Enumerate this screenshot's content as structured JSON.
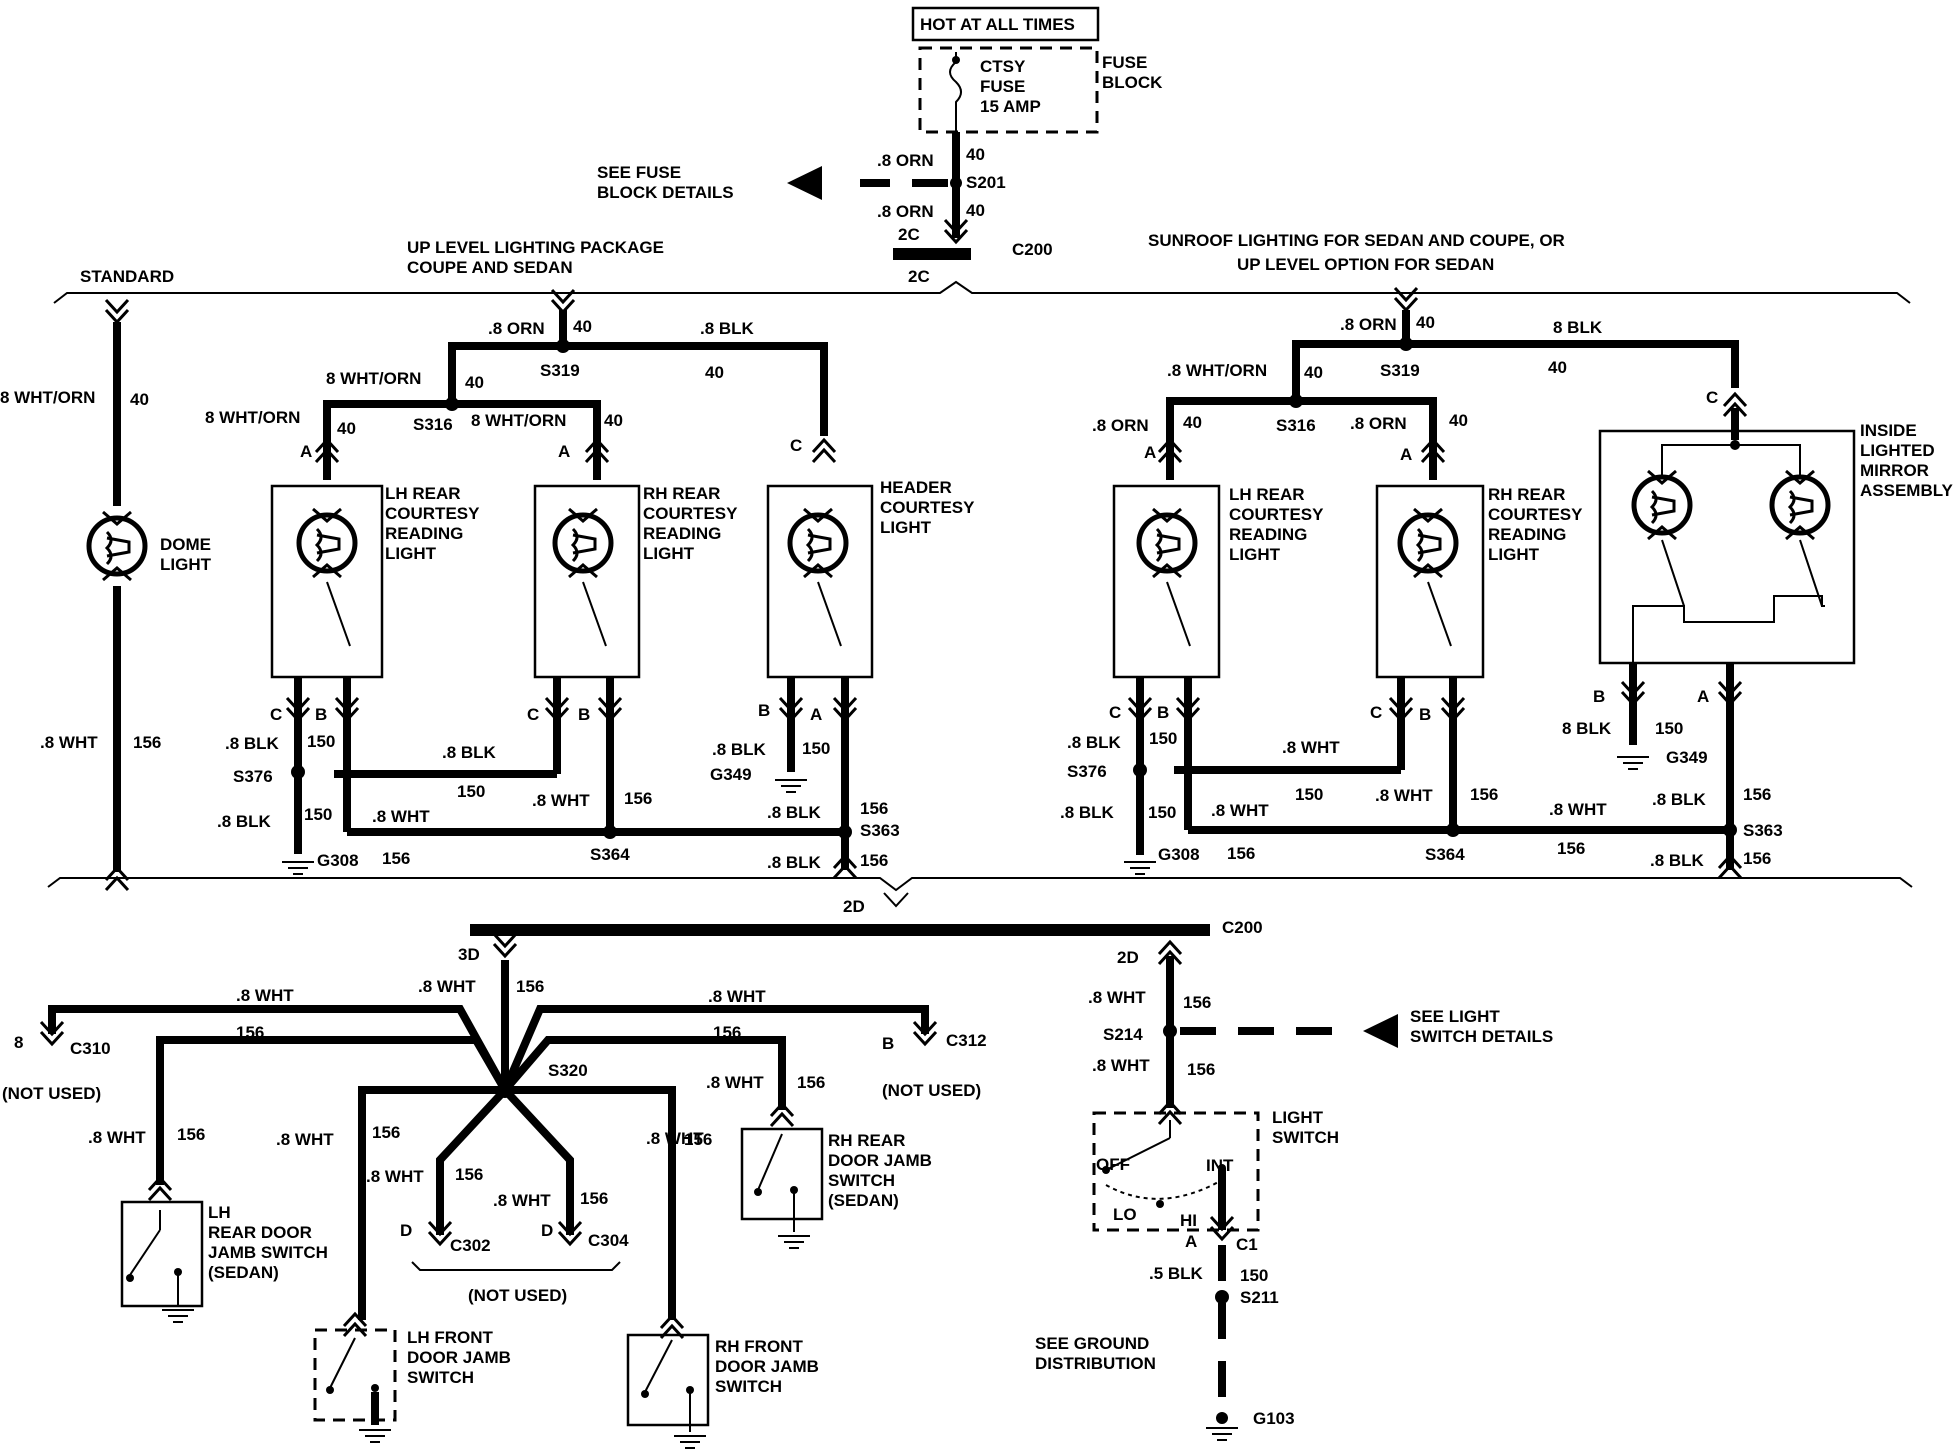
{
  "top": {
    "hot_label": "HOT AT ALL TIMES",
    "fuse_lines": [
      "CTSY",
      "FUSE",
      "15 AMP"
    ],
    "fuse_block_lines": [
      "FUSE",
      "BLOCK"
    ],
    "see_fuse_lines": [
      "SEE FUSE",
      "BLOCK DETAILS"
    ],
    "wire_a": ".8 ORN",
    "wire_a_num": "40",
    "splice": "S201",
    "wire_b": ".8 ORN",
    "wire_b_num": "40",
    "conn_top": "2C",
    "conn_bottom": "2C",
    "conn_name": "C200"
  },
  "sections": {
    "standard": "STANDARD",
    "uplevel_lines": [
      "UP LEVEL LIGHTING PACKAGE",
      "COUPE AND SEDAN"
    ],
    "sunroof_lines": [
      "SUNROOF LIGHTING FOR SEDAN AND COUPE, OR",
      "UP LEVEL OPTION FOR SEDAN"
    ]
  },
  "standard": {
    "wire_top": "8 WHT/ORN",
    "wire_top_num": "40",
    "dome_lines": [
      "DOME",
      "LIGHT"
    ],
    "wire_bottom": ".8 WHT",
    "wire_bottom_num": "156"
  },
  "uplevel": {
    "feed": ".8 ORN",
    "feed_num": "40",
    "s319": "S319",
    "blk_top": ".8 BLK",
    "blk_top_num": "40",
    "wo1": "8 WHT/ORN",
    "wo1_num": "40",
    "wo2": "8 WHT/ORN",
    "wo2_num": "40",
    "s316": "S316",
    "wo3": "8 WHT/ORN",
    "wo3_num": "40",
    "lh_lines": [
      "LH REAR",
      "COURTESY",
      "READING",
      "LIGHT"
    ],
    "rh_lines": [
      "RH REAR",
      "COURTESY",
      "READING",
      "LIGHT"
    ],
    "hdr_lines": [
      "HEADER",
      "COURTESY",
      "LIGHT"
    ],
    "pin_a": "A",
    "pin_b": "B",
    "pin_c": "C",
    "lh_blk": ".8 BLK",
    "lh_150": "150",
    "s376": "S376",
    "mid_blk": ".8 BLK",
    "mid_150": "150",
    "low_blk": ".8 BLK",
    "low_150": "150",
    "g308": "G308",
    "g308_156": "156",
    "wht_a": ".8 WHT",
    "wht_b": ".8 WHT",
    "rh_156": "156",
    "s364": "S364",
    "hdr_blk": ".8 BLK",
    "hdr_150": "150",
    "g349": "G349",
    "wht_c": ".8 BLK",
    "s363": "S363",
    "s363_156": "156",
    "out_blk": ".8 BLK",
    "out_156": "156"
  },
  "sunroof": {
    "feed": ".8 ORN",
    "feed_num": "40",
    "s319": "S319",
    "blk_top": "8 BLK",
    "blk_top_num": "40",
    "wo": ".8 WHT/ORN",
    "wo_num": "40",
    "orn1": ".8 ORN",
    "orn1_num": "40",
    "s316": "S316",
    "orn2": ".8 ORN",
    "orn2_num": "40",
    "lh_lines": [
      "LH REAR",
      "COURTESY",
      "READING",
      "LIGHT"
    ],
    "rh_lines": [
      "RH REAR",
      "COURTESY",
      "READING",
      "LIGHT"
    ],
    "mirror_lines": [
      "INSIDE",
      "LIGHTED",
      "MIRROR",
      "ASSEMBLY"
    ],
    "pin_a": "A",
    "pin_b": "B",
    "pin_c": "C",
    "lh_blk": ".8 BLK",
    "lh_150": "150",
    "s376": "S376",
    "wht_mid": ".8 WHT",
    "mid_150": "150",
    "low_blk": ".8 BLK",
    "low_150": "150",
    "g308": "G308",
    "g308_156": "156",
    "wht_a": ".8 WHT",
    "wht_b": ".8 WHT",
    "rh_156": "156",
    "s364": "S364",
    "mir_blk": "8 BLK",
    "mir_150": "150",
    "g349": "G349",
    "wht_c": ".8 WHT",
    "wht_c_156": "156",
    "blk_c": ".8 BLK",
    "blk_c_156": "156",
    "s363": "S363",
    "out_blk": ".8 BLK",
    "out_156": "156"
  },
  "bottom": {
    "conn_2d": "2D",
    "c200": "C200",
    "c3d": "3D",
    "c2d2": "2D",
    "w_main": ".8 WHT",
    "w_main_156": "156",
    "w_left": ".8 WHT",
    "w_left_156": "156",
    "w_right": ".8 WHT",
    "w_right_156": "156",
    "c310_pin": "8",
    "c310": "C310",
    "not_used_1": "(NOT USED)",
    "c312_pin": "B",
    "c312": "C312",
    "not_used_2": "(NOT USED)",
    "s320": "S320",
    "lhr_w": ".8 WHT",
    "lhr_156": "156",
    "lhr_lines": [
      "LH",
      "REAR DOOR",
      "JAMB SWITCH",
      "(SEDAN)"
    ],
    "lhf_w": ".8 WHT",
    "lhf_156": "156",
    "lhf_lines": [
      "LH FRONT",
      "DOOR JAMB",
      "SWITCH"
    ],
    "c302_w": ".8 WHT",
    "c302_156": "156",
    "c302_pin": "D",
    "c302": "C302",
    "c304_w": ".8 WHT",
    "c304_156": "156",
    "c304_pin": "D",
    "c304": "C304",
    "not_used_3": "(NOT USED)",
    "rhf_w": ".8 WHT",
    "rhf_156": "156",
    "rhf_lines": [
      "RH FRONT",
      "DOOR JAMB",
      "SWITCH"
    ],
    "rhr_w": ".8 WHT",
    "rhr_156": "156",
    "rhr_lines": [
      "RH REAR",
      "DOOR JAMB",
      "SWITCH",
      "(SEDAN)"
    ],
    "sw_w1": ".8 WHT",
    "sw_w1_156": "156",
    "s214": "S214",
    "sw_w2": ".8 WHT",
    "sw_w2_156": "156",
    "see_light_lines": [
      "SEE LIGHT",
      "SWITCH DETAILS"
    ],
    "light_switch_lines": [
      "LIGHT",
      "SWITCH"
    ],
    "pos_off": "OFF",
    "pos_int": "INT",
    "pos_lo": "LO",
    "pos_hi": "HI",
    "pin_a": "A",
    "c1": "C1",
    "gnd_w": ".5 BLK",
    "gnd_150": "150",
    "s211": "S211",
    "see_ground_lines": [
      "SEE GROUND",
      "DISTRIBUTION"
    ],
    "g103": "G103"
  }
}
